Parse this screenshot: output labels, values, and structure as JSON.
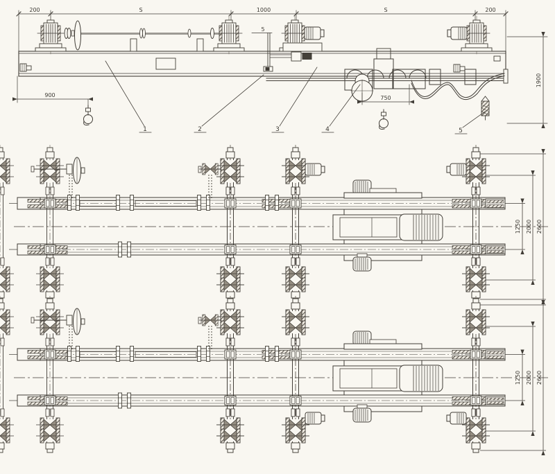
{
  "drawing": {
    "type": "mechanical-engineering-drawing",
    "paper_color": "#f9f7f1",
    "ink_color": "#413d37",
    "views": {
      "top": "elevation-view",
      "bottom": "plan-view"
    }
  },
  "elevation": {
    "dim_chain": {
      "d1": "200",
      "d2": "S",
      "d3": "1000",
      "d4": "S",
      "d5": "200"
    },
    "dim_900": "900",
    "dim_rod": "5",
    "dim_750": "750",
    "dim_1900": "1900",
    "parts": {
      "p1": "1",
      "p2": "2",
      "p3": "3",
      "p4": "4",
      "p5": "5"
    }
  },
  "plan": {
    "bay1": {
      "dim_1250": "1250",
      "dim_2000": "2000",
      "dim_2600": "2600"
    },
    "bay2": {
      "dim_1250": "1250",
      "dim_2000": "2000",
      "dim_2600": "2600"
    }
  }
}
